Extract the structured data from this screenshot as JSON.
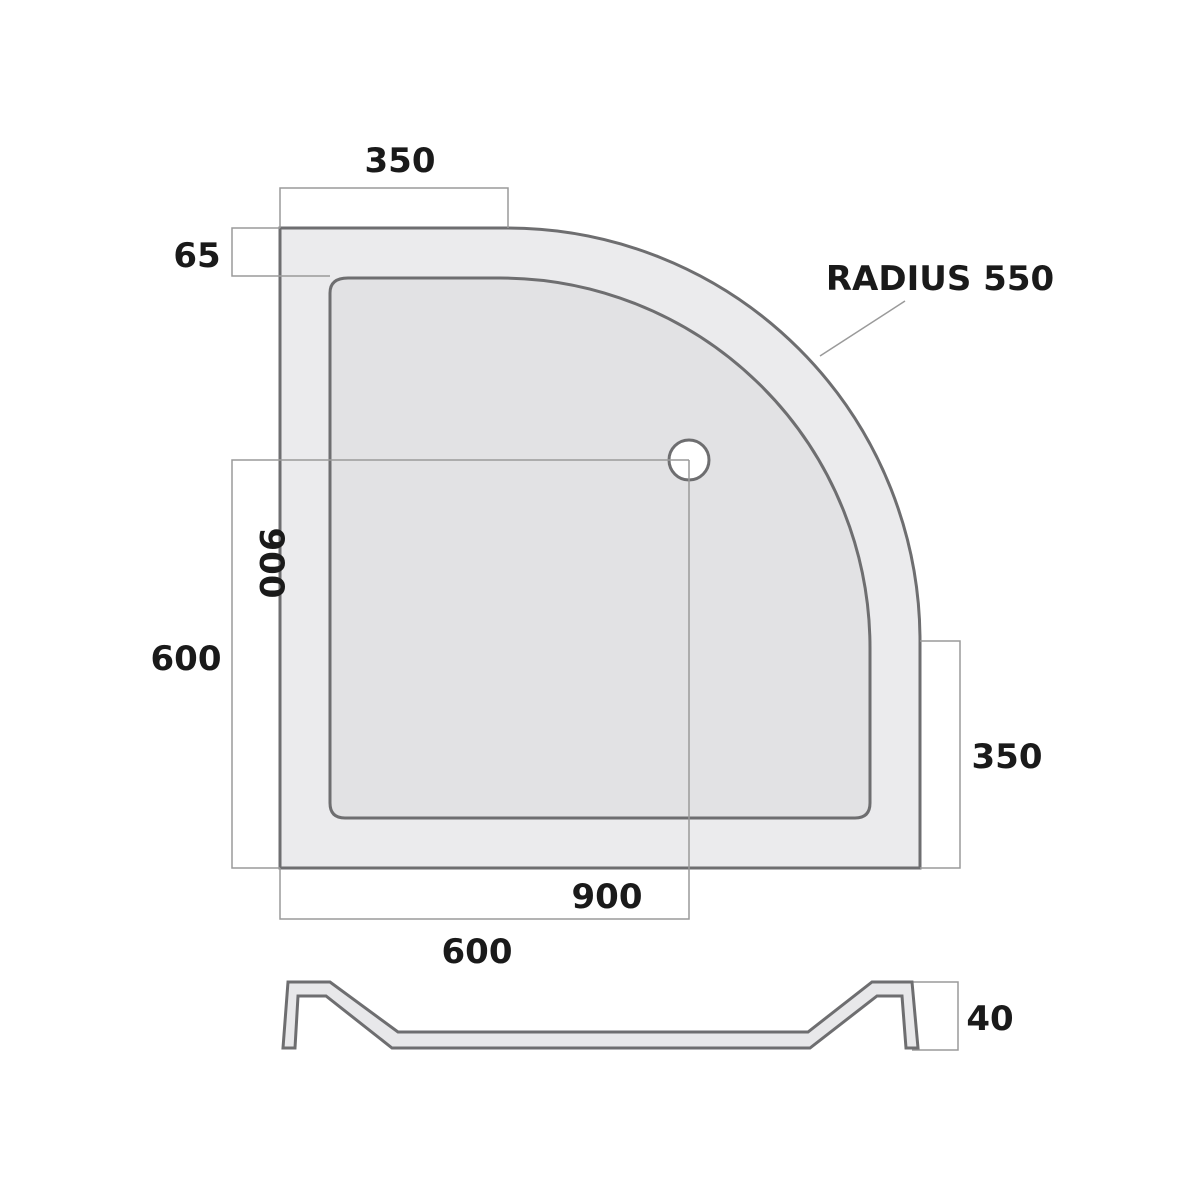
{
  "diagram": {
    "colors": {
      "outline": "#6e6e70",
      "tray_fill": "#ebebed",
      "inner_fill": "#e2e2e4",
      "extension_lines": "#9a9a9a",
      "text": "#1a1a1a"
    },
    "labels": {
      "top_straight": "350",
      "rim_width": "65",
      "radius": "RADIUS 550",
      "waste_from_left": "900",
      "waste_vertical": "600",
      "right_straight": "350",
      "waste_bottom_offset": "900",
      "waste_horizontal": "600",
      "depth": "40"
    }
  }
}
